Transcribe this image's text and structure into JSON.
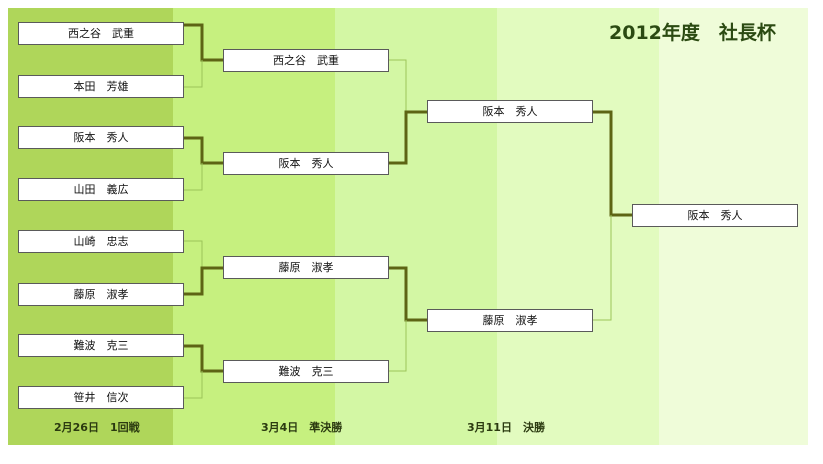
{
  "title": "2012年度　社長杯",
  "rounds": [
    {
      "date": "2月26日　1回戦"
    },
    {
      "date": "3月4日　準決勝"
    },
    {
      "date": "3月11日　決勝"
    }
  ],
  "round1": [
    "西之谷　武重",
    "本田　芳雄",
    "阪本　秀人",
    "山田　義広",
    "山崎　忠志",
    "藤原　淑孝",
    "難波　克三",
    "笹井　信次"
  ],
  "round2": [
    "西之谷　武重",
    "阪本　秀人",
    "藤原　淑孝",
    "難波　克三"
  ],
  "semifinal": [
    "阪本　秀人",
    "藤原　淑孝"
  ],
  "champion": "阪本　秀人",
  "colors": {
    "winner_line": "#5d6414",
    "loser_line": "#9cc45a"
  }
}
